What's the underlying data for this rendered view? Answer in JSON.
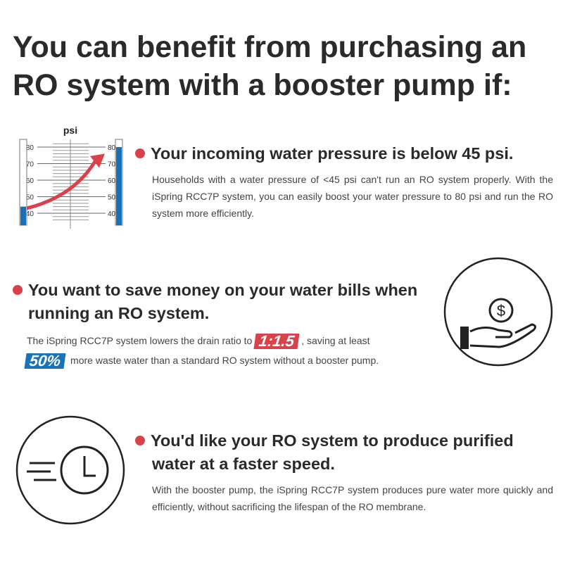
{
  "title": "You can benefit from purchasing an RO system with a booster pump if:",
  "gauge": {
    "unit": "psi",
    "ticks": [
      40,
      50,
      60,
      70,
      80
    ],
    "from_value": 44,
    "to_value": 80,
    "fill_color": "#1a6fb5",
    "arrow_color": "#d9424a"
  },
  "s1": {
    "heading": "Your incoming water pressure is below 45 psi.",
    "body": "Households with a water pressure of <45 psi can't run an RO system properly. With the iSpring RCC7P system, you can easily boost your water pressure to 80 psi and run the RO system more efficiently."
  },
  "s2": {
    "heading": "You want to save money on your water bills when running an RO system.",
    "body_a": "The iSpring RCC7P system lowers the drain ratio to",
    "ratio": "1:1.5",
    "body_b": ", saving at least",
    "percent": "50%",
    "body_c": "more waste water than a standard RO system without a booster pump.",
    "icon": "hand-dollar-icon"
  },
  "s3": {
    "heading": "You'd like your RO system to produce purified water at a faster speed.",
    "body": "With the booster pump, the iSpring RCC7P system produces pure water more quickly and efficiently, without sacrificing the lifespan of the RO membrane.",
    "icon": "fast-clock-icon"
  },
  "colors": {
    "accent_red": "#d9424a",
    "accent_blue": "#1a73b8"
  }
}
